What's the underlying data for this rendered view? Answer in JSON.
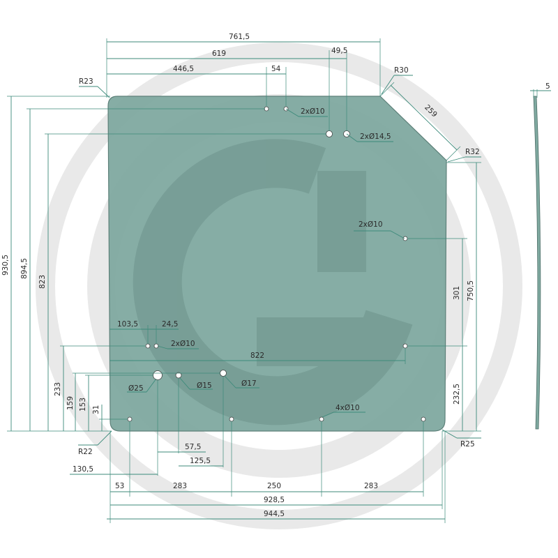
{
  "colors": {
    "glass_fill": "#7fa9a0",
    "glass_stroke": "#5d8079",
    "dimension_line": "#3c8a7a",
    "text": "#2a2a2a",
    "watermark": "#e9e9e9"
  },
  "top_dims": {
    "d_761_5": "761,5",
    "d_619": "619",
    "d_49_5": "49,5",
    "d_446_5": "446,5",
    "d_54": "54"
  },
  "radii": {
    "r23": "R23",
    "r30": "R30",
    "r32": "R32",
    "r22": "R22",
    "r25": "R25"
  },
  "side_dims": {
    "chamfer_259": "259",
    "thickness_5": "5",
    "d_750_5": "750,5",
    "d_301": "301",
    "d_232_5": "232,5"
  },
  "left_dims": {
    "d_930_5": "930,5",
    "d_894_5": "894,5",
    "d_823": "823",
    "d_233": "233",
    "d_159": "159",
    "d_153": "153",
    "d_31": "31"
  },
  "inner_dims": {
    "d_103_5": "103,5",
    "d_24_5": "24,5",
    "d_822": "822"
  },
  "hole_labels": {
    "top_2x10": "2xØ10",
    "top_2x14_5": "2xØ14,5",
    "right_2x10": "2xØ10",
    "left_2x10": "2xØ10",
    "d25": "Ø25",
    "d15": "Ø15",
    "d17": "Ø17",
    "bottom_4x10": "4xØ10"
  },
  "bottom_dims": {
    "d_57_5": "57,5",
    "d_125_5": "125,5",
    "d_130_5": "130,5",
    "d_53": "53",
    "d_283_a": "283",
    "d_250": "250",
    "d_283_b": "283",
    "d_928_5": "928,5",
    "d_944_5": "944,5"
  }
}
